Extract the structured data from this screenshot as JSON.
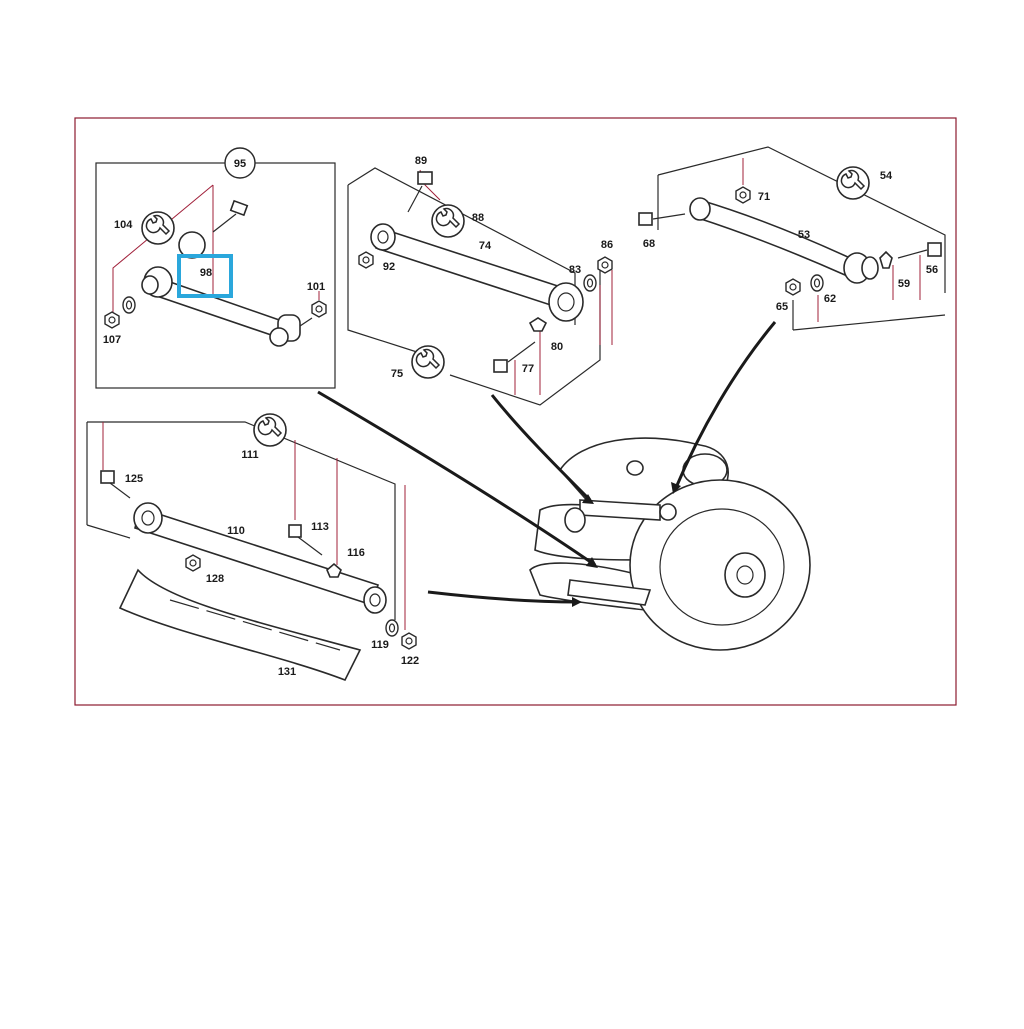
{
  "colors": {
    "outline": "#2a2a2a",
    "leader": "#a0203a",
    "frame": "#8c1a30",
    "highlight": "#2aa7dc",
    "background": "#ffffff"
  },
  "highlighted_part": "98",
  "labels": {
    "p95": "95",
    "p104": "104",
    "p98": "98",
    "p101": "101",
    "p107": "107",
    "p89": "89",
    "p88": "88",
    "p74": "74",
    "p92": "92",
    "p86": "86",
    "p83": "83",
    "p80": "80",
    "p77": "77",
    "p75": "75",
    "p54": "54",
    "p71": "71",
    "p68": "68",
    "p53": "53",
    "p56": "56",
    "p59": "59",
    "p65": "65",
    "p62": "62",
    "p111": "111",
    "p125": "125",
    "p110": "110",
    "p113": "113",
    "p116": "116",
    "p128": "128",
    "p119": "119",
    "p122": "122",
    "p131": "131"
  },
  "icons": {
    "wrench": "wrench-icon"
  }
}
